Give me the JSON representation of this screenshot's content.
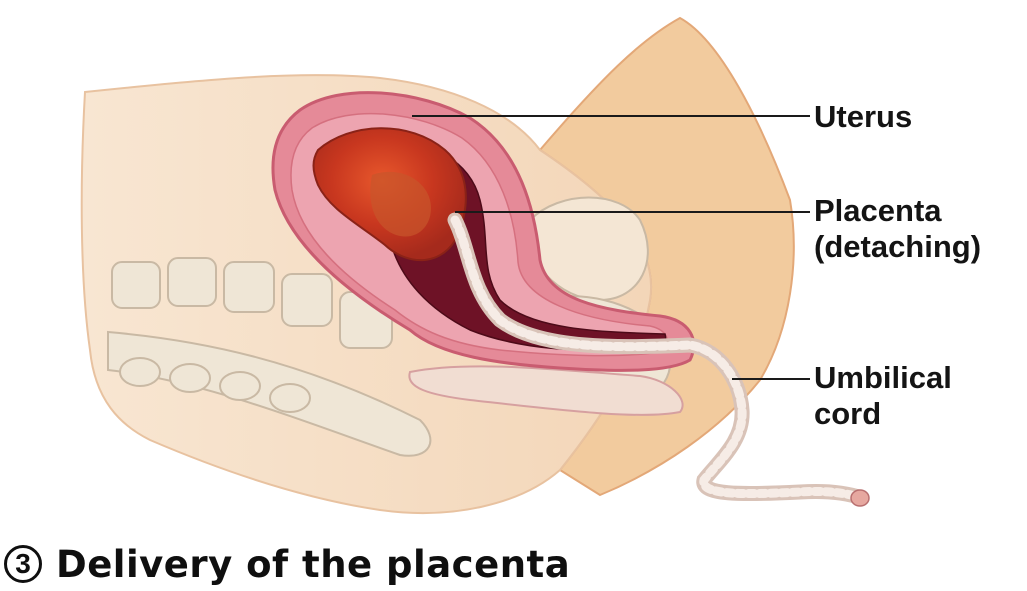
{
  "labels": {
    "uterus": "Uterus",
    "placenta_line1": "Placenta",
    "placenta_line2": "(detaching)",
    "cord_line1": "Umbilical",
    "cord_line2": "cord"
  },
  "caption": {
    "step_number": "3",
    "title": "Delivery of the placenta"
  },
  "colors": {
    "skin": "#f6dcc0",
    "skin_shadow": "#eeb88a",
    "uterus_wall": "#e07a8a",
    "placenta": "#c8371f",
    "cavity": "#6e1226",
    "cord": "#f2e4dc",
    "bone": "#efe6d6",
    "text": "#141414"
  }
}
